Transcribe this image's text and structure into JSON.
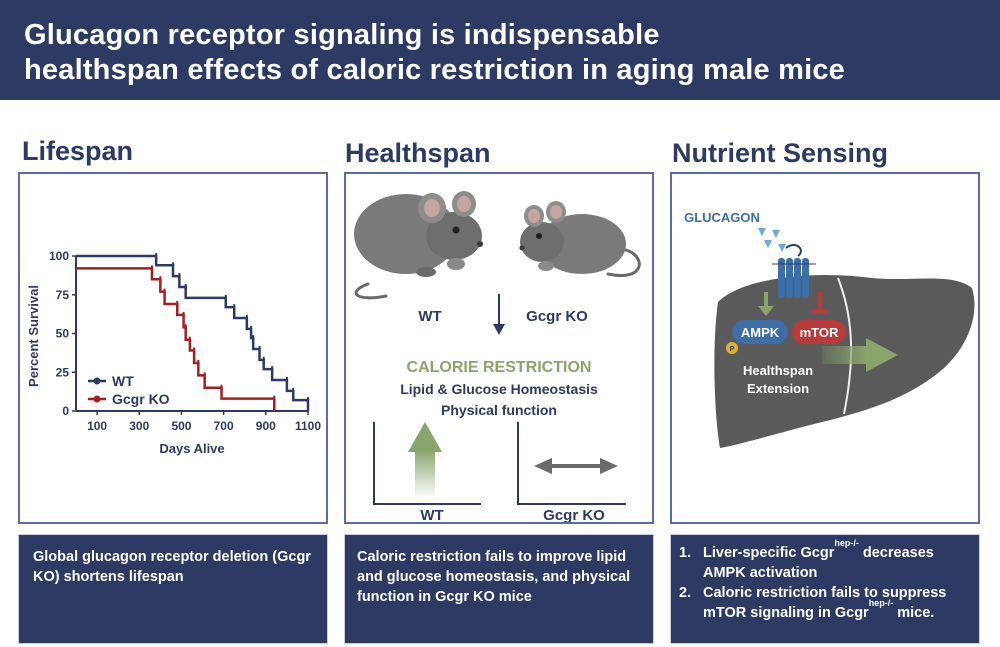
{
  "header": {
    "title_line1": "Glucagon receptor signaling is indispensable",
    "title_line2": "healthspan effects of caloric restriction in aging male mice"
  },
  "colors": {
    "navy": "#2d3a63",
    "panel_border": "#5b6aa8",
    "wt_series": "#2d3a63",
    "ko_series": "#a31f24",
    "green_arrow": "#8aa56b",
    "ampk": "#3d6ea8",
    "mtor": "#b83a3a",
    "liver": "#5a5a5a"
  },
  "sections": {
    "lifespan": {
      "title": "Lifespan",
      "caption": "Global glucagon receptor deletion (Gcgr KO) shortens lifespan"
    },
    "healthspan": {
      "title": "Healthspan",
      "mouse_wt_label": "WT",
      "mouse_ko_label": "Gcgr KO",
      "treatment": "CALORIE RESTRICTION",
      "outcome_line1": "Lipid & Glucose Homeostasis",
      "outcome_line2": "Physical function",
      "bar_wt_label": "WT",
      "bar_ko_label": "Gcgr KO",
      "caption": "Caloric restriction fails to improve lipid and  glucose homeostasis, and physical function in Gcgr KO mice"
    },
    "nutrient": {
      "title": "Nutrient Sensing",
      "glucagon_label": "GLUCAGON",
      "ampk_label": "AMPK",
      "mtor_label": "mTOR",
      "p_label": "P",
      "effect_line1": "Healthspan",
      "effect_line2": "Extension",
      "caption_items": [
        {
          "num": "1.",
          "pre": "Liver-specific Gcgr",
          "sup": "hep-/-",
          "post": " decreases AMPK activation"
        },
        {
          "num": "2.",
          "pre": "Caloric restriction fails to suppress mTOR signaling in Gcgr",
          "sup": "hep-/-",
          "post": " mice."
        }
      ]
    }
  },
  "chart_data": {
    "type": "line",
    "step": true,
    "xlabel": "Days Alive",
    "ylabel": "Percent Survival",
    "xlim": [
      0,
      1100
    ],
    "ylim": [
      0,
      100
    ],
    "xticks": [
      100,
      300,
      500,
      700,
      900,
      1100
    ],
    "yticks": [
      0,
      25,
      50,
      75,
      100
    ],
    "legend_position": "bottom-left",
    "series": [
      {
        "name": "WT",
        "color": "#2d3a63",
        "points": [
          [
            0,
            100
          ],
          [
            380,
            100
          ],
          [
            380,
            94
          ],
          [
            460,
            94
          ],
          [
            460,
            87
          ],
          [
            490,
            87
          ],
          [
            490,
            80
          ],
          [
            520,
            80
          ],
          [
            520,
            73
          ],
          [
            710,
            73
          ],
          [
            710,
            67
          ],
          [
            750,
            67
          ],
          [
            750,
            60
          ],
          [
            810,
            60
          ],
          [
            810,
            53
          ],
          [
            830,
            53
          ],
          [
            830,
            47
          ],
          [
            840,
            47
          ],
          [
            840,
            40
          ],
          [
            870,
            40
          ],
          [
            870,
            33
          ],
          [
            890,
            33
          ],
          [
            890,
            27
          ],
          [
            930,
            27
          ],
          [
            930,
            20
          ],
          [
            1000,
            20
          ],
          [
            1000,
            13
          ],
          [
            1030,
            13
          ],
          [
            1030,
            7
          ],
          [
            1100,
            7
          ],
          [
            1100,
            0
          ]
        ]
      },
      {
        "name": "Gcgr KO",
        "color": "#a31f24",
        "points": [
          [
            0,
            92
          ],
          [
            200,
            92
          ],
          [
            200,
            92
          ],
          [
            360,
            92
          ],
          [
            360,
            85
          ],
          [
            400,
            85
          ],
          [
            400,
            77
          ],
          [
            420,
            77
          ],
          [
            420,
            69
          ],
          [
            480,
            69
          ],
          [
            480,
            62
          ],
          [
            510,
            62
          ],
          [
            510,
            54
          ],
          [
            520,
            54
          ],
          [
            520,
            46
          ],
          [
            540,
            46
          ],
          [
            540,
            39
          ],
          [
            560,
            39
          ],
          [
            560,
            31
          ],
          [
            580,
            31
          ],
          [
            580,
            23
          ],
          [
            610,
            23
          ],
          [
            610,
            15
          ],
          [
            690,
            15
          ],
          [
            690,
            8
          ],
          [
            940,
            8
          ],
          [
            940,
            0
          ]
        ]
      }
    ]
  }
}
